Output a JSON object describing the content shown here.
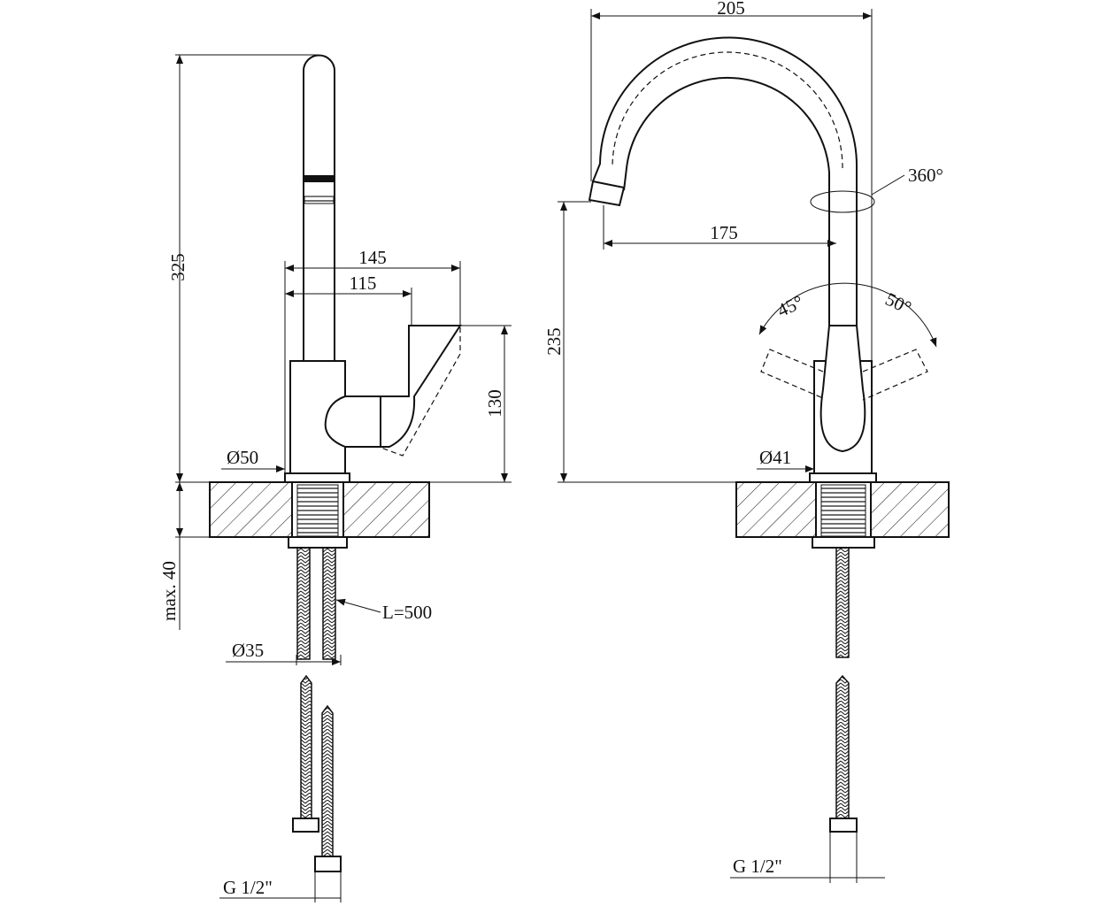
{
  "left_view": {
    "height_total": "325",
    "reach_handle_outer": "145",
    "reach_handle_inner": "115",
    "handle_height": "130",
    "base_diameter": "Ø50",
    "countertop_thickness": "max. 40",
    "hose_length": "L=500",
    "shank_diameter": "Ø35",
    "hose_thread": "G 1/2\""
  },
  "right_view": {
    "spout_width": "205",
    "rotation": "360°",
    "spout_reach": "175",
    "spout_height": "235",
    "handle_angle_left": "45°",
    "handle_angle_right": "50°",
    "base_diameter": "Ø41",
    "hose_thread": "G 1/2\""
  }
}
